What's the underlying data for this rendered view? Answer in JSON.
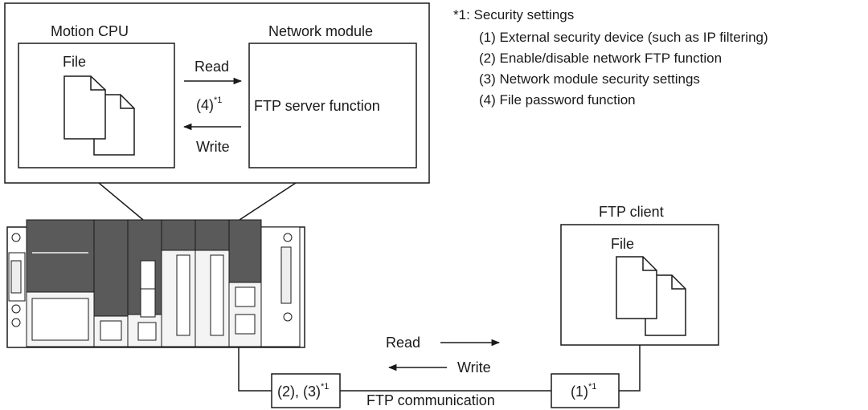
{
  "callout": {
    "motion_cpu_label": "Motion CPU",
    "network_module_label": "Network module",
    "file_label": "File",
    "read_label": "Read",
    "write_label": "Write",
    "security_ref": "(4)",
    "ftp_server_label": "FTP server function"
  },
  "notes": {
    "title": "*1: Security settings",
    "items": [
      "(1) External security device (such as IP filtering)",
      "(2) Enable/disable network FTP function",
      "(3) Network module security settings",
      "(4) File password function"
    ]
  },
  "client": {
    "title": "FTP client",
    "file_label": "File"
  },
  "communication": {
    "read_label": "Read",
    "write_label": "Write",
    "label": "FTP communication",
    "left_box_label": "(2), (3)",
    "right_box_label": "(1)"
  },
  "footnote_mark": "*1",
  "colors": {
    "line": "#1a1a1a",
    "module_dark": "#5a5a5a",
    "module_light": "#f4f4f4"
  }
}
